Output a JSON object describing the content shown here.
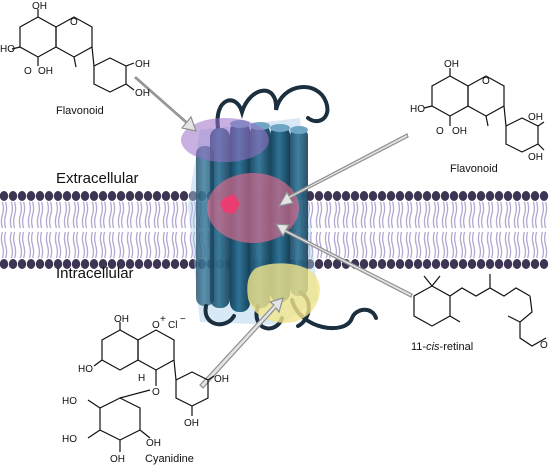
{
  "regions": {
    "extracellular": "Extracellular",
    "intracellular": "Intracellular"
  },
  "ligands": {
    "flavonoid_top_left": "Flavonoid",
    "flavonoid_right": "Flavonoid",
    "retinal_prefix": "11-",
    "retinal_italic": "cis",
    "retinal_suffix": "-retinal",
    "cyanidine": "Cyanidine"
  },
  "atoms": {
    "oh": "OH",
    "ho": "HO",
    "o": "O",
    "o_plus": "O",
    "plus": "+",
    "cl": "Cl",
    "minus": "−",
    "h": "H"
  },
  "colors": {
    "receptor": "#1f5a78",
    "receptor_shade": "#2f7396",
    "membrane_head": "#3d3553",
    "membrane_tail": "#b6a7d1",
    "site_top": "#9b6fc6",
    "site_middle": "#e06a8e",
    "site_bottom": "#f1e58c",
    "arrow_fill": "#e4e4e4",
    "arrow_stroke": "#8f8f8f"
  }
}
